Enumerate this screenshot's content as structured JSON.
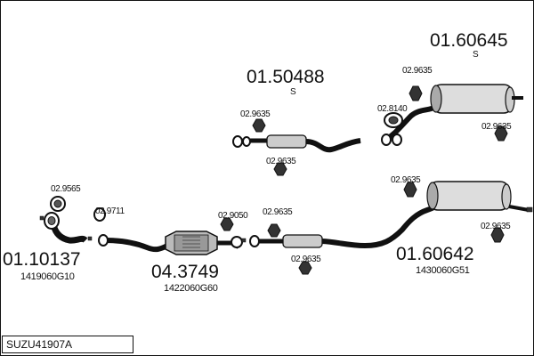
{
  "kit_code": "SUZU41907A",
  "assemblies": [
    {
      "number": "01.60645",
      "suffix": "S",
      "ref": ""
    },
    {
      "number": "01.50488",
      "suffix": "S",
      "ref": ""
    },
    {
      "number": "01.10137",
      "suffix": "",
      "ref": "1419060G10"
    },
    {
      "number": "04.3749",
      "suffix": "",
      "ref": "1422060G60"
    },
    {
      "number": "01.60642",
      "suffix": "",
      "ref": "1430060G51"
    }
  ],
  "fittings": [
    "02.9635",
    "02.8140",
    "02.9635",
    "02.9635",
    "02.9635",
    "02.9565",
    "02.9711",
    "02.9050",
    "02.9635",
    "02.9635",
    "02.9635",
    "02.9635"
  ]
}
